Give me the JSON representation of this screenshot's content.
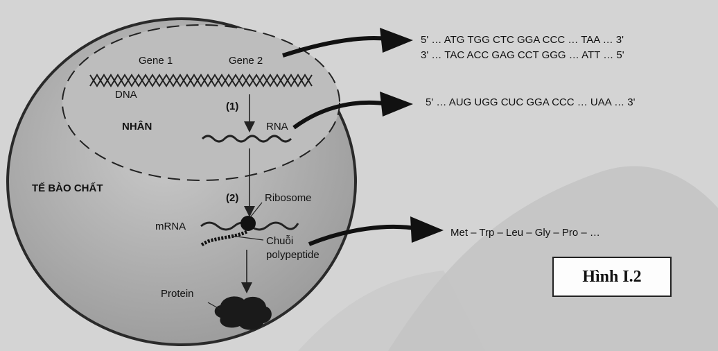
{
  "figure": {
    "label": "Hình I.2",
    "compartments": {
      "nucleus": "NHÂN",
      "cytoplasm": "TẾ BÀO CHẤT"
    },
    "molecules": {
      "gene1": "Gene 1",
      "gene2": "Gene 2",
      "dna": "DNA",
      "rna": "RNA",
      "mrna": "mRNA",
      "ribosome": "Ribosome",
      "chain_line1": "Chuỗi",
      "chain_line2": "polypeptide",
      "protein": "Protein"
    },
    "steps": {
      "step1": "(1)",
      "step2": "(2)"
    },
    "sequences": {
      "dna_top": "5' … ATG TGG CTC GGA CCC … TAA … 3'",
      "dna_bottom": "3' … TAC ACC GAG CCT GGG … ATT … 5'",
      "rna": "5' … AUG UGG CUC GGA CCC … UAA … 3'",
      "peptide": "Met – Trp – Leu – Gly – Pro – …"
    }
  }
}
